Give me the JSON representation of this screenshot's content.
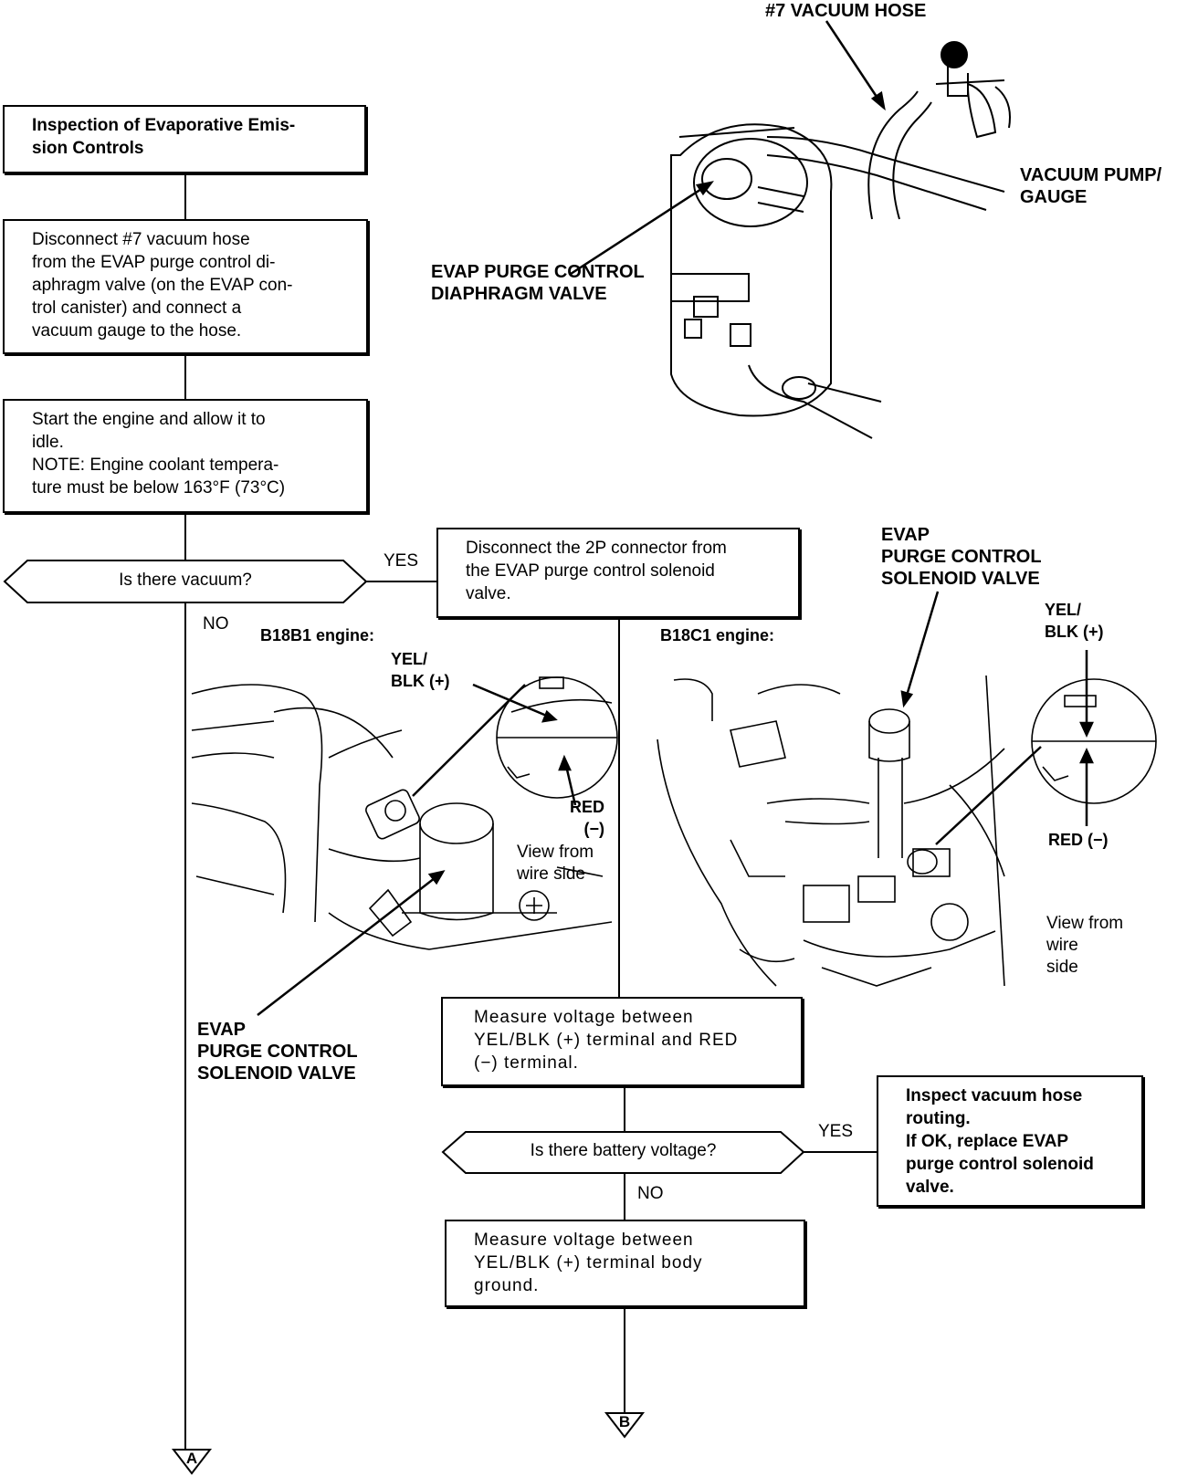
{
  "flow": {
    "start_box": "Inspection of Evaporative Emis-\nsion Controls",
    "step1": "Disconnect #7 vacuum hose\nfrom the EVAP purge control di-\naphragm valve (on the EVAP con-\ntrol canister) and connect a\nvacuum gauge to the hose.",
    "step2": "Start the engine and allow it to\nidle.\nNOTE: Engine coolant tempera-\nture must be below 163°F (73°C)",
    "decision1": "Is there vacuum?",
    "decision1_yes": "YES",
    "decision1_no": "NO",
    "step3": "Disconnect the 2P connector from\nthe EVAP purge control solenoid\nvalve.",
    "step4": "Measure voltage between\nYEL/BLK (+) terminal and RED\n(−) terminal.",
    "decision2": "Is there battery voltage?",
    "decision2_yes": "YES",
    "decision2_no": "NO",
    "result_yes": "Inspect vacuum hose\nrouting.\nIf OK, replace EVAP\npurge control solenoid\nvalve.",
    "step5": "Measure voltage between\nYEL/BLK (+) terminal body\nground.",
    "connector_a": "A",
    "connector_b": "B"
  },
  "labels": {
    "vacuum_hose": "#7 VACUUM HOSE",
    "vacuum_pump": "VACUUM PUMP/\nGAUGE",
    "diaphragm_valve": "EVAP PURGE CONTROL\nDIAPHRAGM VALVE",
    "b18b1": "B18B1 engine:",
    "b18c1": "B18C1 engine:",
    "left_yelblk": "YEL/\nBLK (+)",
    "left_red": "RED\n(−)",
    "left_view": "View from\nwire side",
    "left_solenoid": "EVAP\nPURGE CONTROL\nSOLENOID VALVE",
    "right_solenoid": "EVAP\nPURGE CONTROL\nSOLENOID VALVE",
    "right_yelblk": "YEL/\nBLK (+)",
    "right_red": "RED (−)",
    "right_view": "View from\nwire\nside"
  }
}
